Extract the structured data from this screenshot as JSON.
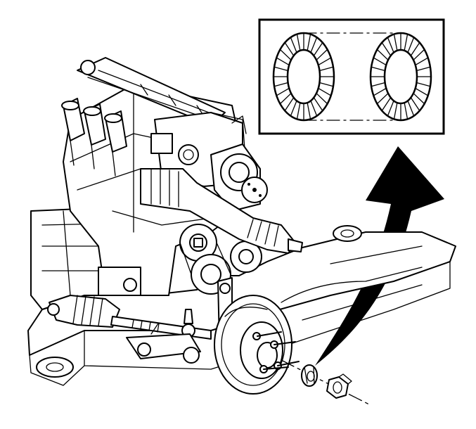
{
  "figure": {
    "kind": "line-art service illustration",
    "callout": {
      "items": 2,
      "item_shape": "serrated-ring",
      "connector": "dash-dot"
    },
    "colors": {
      "ink": "#000000",
      "paper": "#ffffff"
    },
    "icons": [
      "engine-cradle-assembly",
      "drive-axle",
      "wheel-hub",
      "washer",
      "hub-nut",
      "curved-arrow"
    ]
  }
}
